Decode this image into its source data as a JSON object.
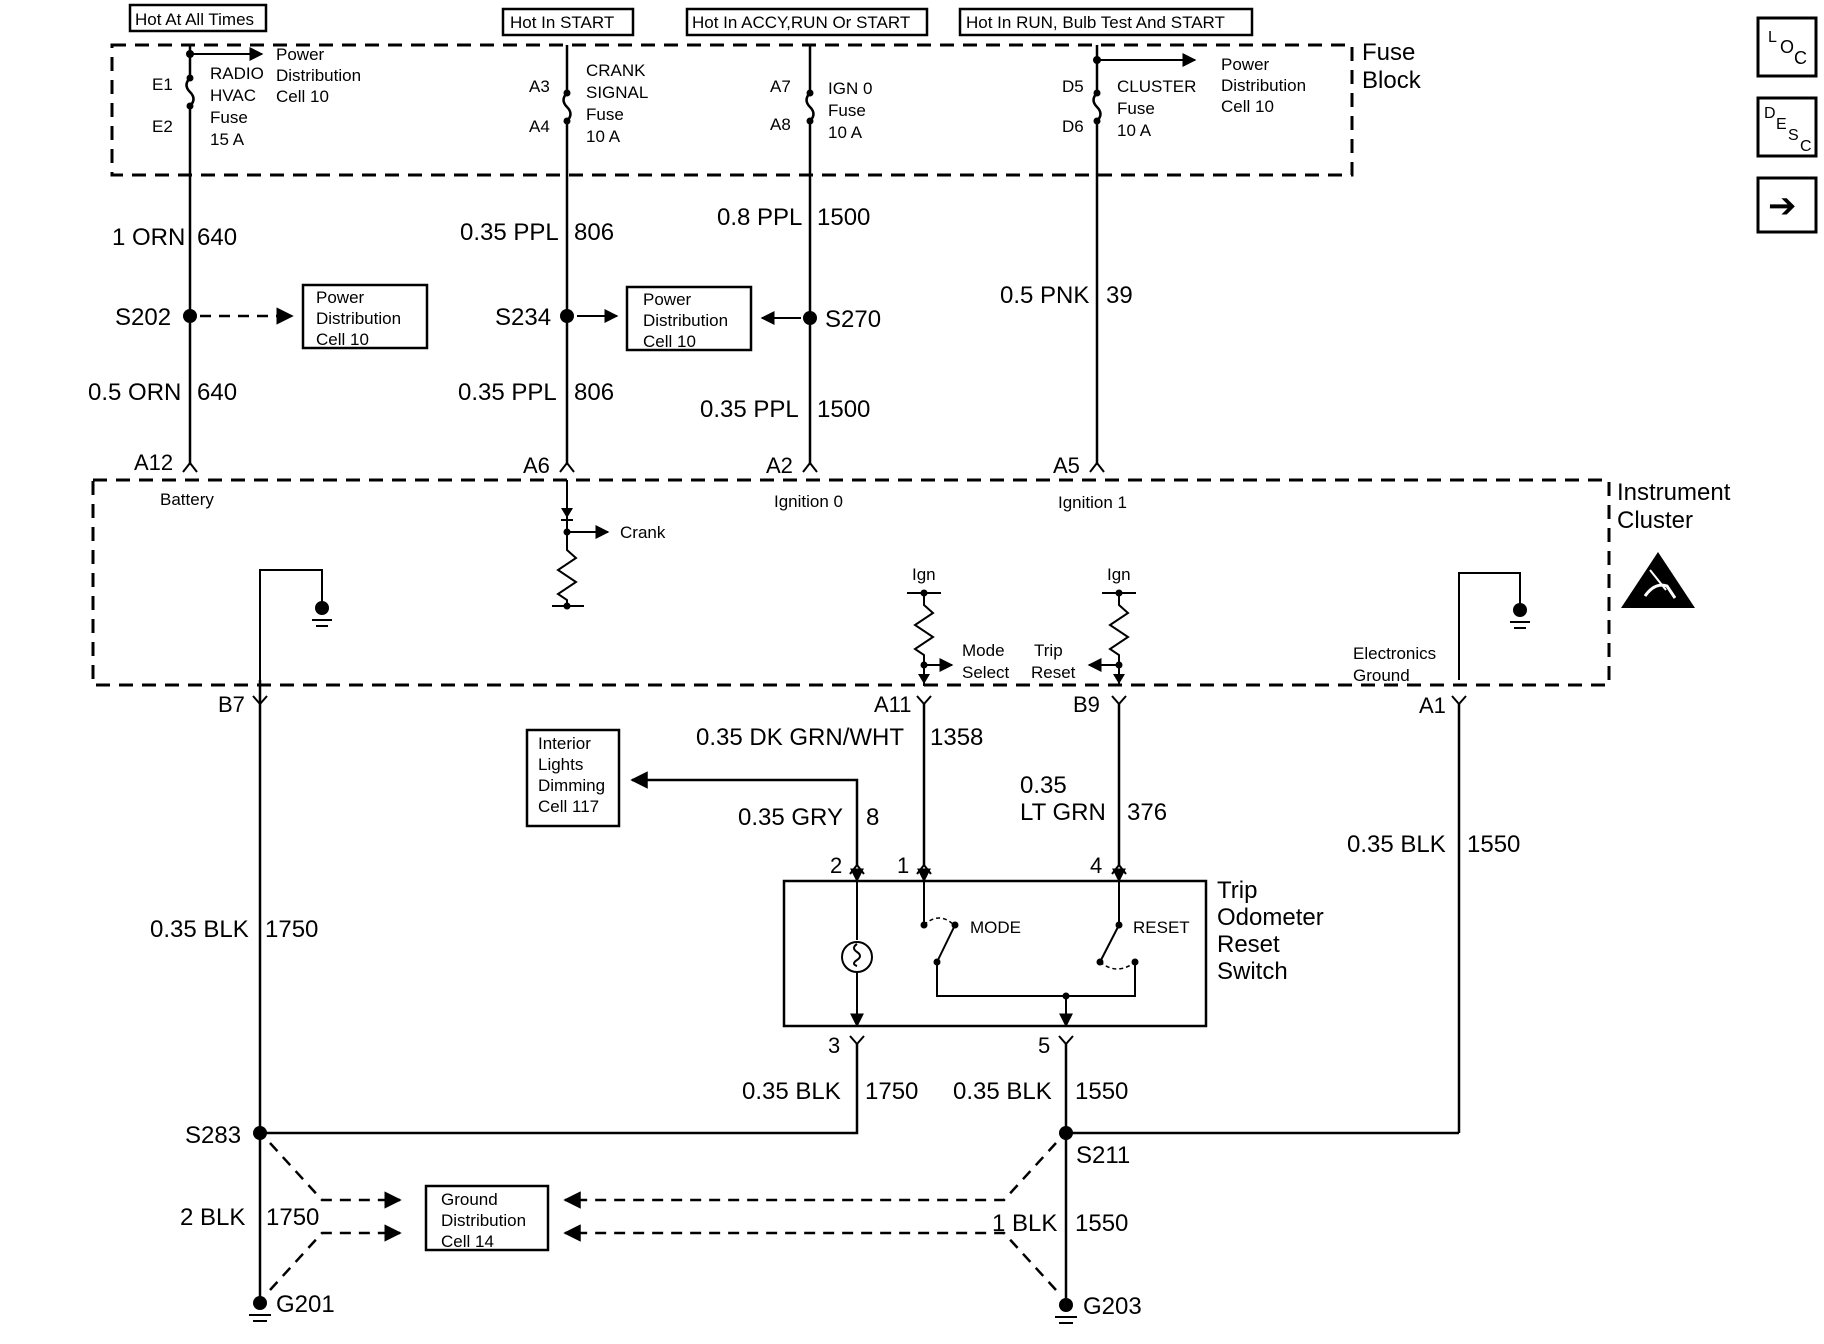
{
  "power_labels": {
    "hot_at_all_times": "Hot At All Times",
    "hot_in_start": "Hot In START",
    "hot_in_accy": "Hot In ACCY,RUN Or START",
    "hot_in_run": "Hot In RUN, Bulb Test And START"
  },
  "fuse_block": {
    "title_1": "Fuse",
    "title_2": "Block",
    "fuses": [
      {
        "pin_top": "E1",
        "pin_bottom": "E2",
        "lines": [
          "RADIO",
          "HVAC",
          "Fuse",
          "15 A"
        ],
        "power_dist": [
          "Power",
          "Distribution",
          "Cell 10"
        ]
      },
      {
        "pin_top": "A3",
        "pin_bottom": "A4",
        "lines": [
          "CRANK",
          "SIGNAL",
          "Fuse",
          "10 A"
        ]
      },
      {
        "pin_top": "A7",
        "pin_bottom": "A8",
        "lines": [
          "IGN 0",
          "Fuse",
          "10 A"
        ]
      },
      {
        "pin_top": "D5",
        "pin_bottom": "D6",
        "lines": [
          "CLUSTER",
          "Fuse",
          "10 A"
        ],
        "power_dist": [
          "Power",
          "Distribution",
          "Cell 10"
        ]
      }
    ]
  },
  "wires": {
    "w640a": {
      "gauge": "1 ORN",
      "circuit": "640"
    },
    "w640b": {
      "gauge": "0.5 ORN",
      "circuit": "640"
    },
    "w806a": {
      "gauge": "0.35 PPL",
      "circuit": "806"
    },
    "w806b": {
      "gauge": "0.35 PPL",
      "circuit": "806"
    },
    "w1500a": {
      "gauge": "0.8 PPL",
      "circuit": "1500"
    },
    "w1500b": {
      "gauge": "0.35 PPL",
      "circuit": "1500"
    },
    "w39": {
      "gauge": "0.5 PNK",
      "circuit": "39"
    },
    "w1358": {
      "gauge": "0.35 DK GRN/WHT",
      "circuit": "1358"
    },
    "w8": {
      "gauge": "0.35 GRY",
      "circuit": "8"
    },
    "w376": {
      "gauge_1": "0.35",
      "gauge_2": "LT GRN",
      "circuit": "376"
    },
    "w1550a": {
      "gauge": "0.35 BLK",
      "circuit": "1550"
    },
    "w1750a": {
      "gauge": "0.35 BLK",
      "circuit": "1750"
    },
    "w1750b": {
      "gauge": "0.35 BLK",
      "circuit": "1750"
    },
    "w1550b": {
      "gauge": "0.35 BLK",
      "circuit": "1550"
    },
    "w1750c": {
      "gauge": "2 BLK",
      "circuit": "1750"
    },
    "w1550c": {
      "gauge": "1 BLK",
      "circuit": "1550"
    }
  },
  "splices": {
    "s202": "S202",
    "s234": "S234",
    "s270": "S270",
    "s283": "S283",
    "s211": "S211"
  },
  "grounds": {
    "g201": "G201",
    "g203": "G203"
  },
  "power_dist_box": [
    "Power",
    "Distribution",
    "Cell 10"
  ],
  "interior_lights_box": [
    "Interior",
    "Lights",
    "Dimming",
    "Cell 117"
  ],
  "ground_dist_box": [
    "Ground",
    "Distribution",
    "Cell 14"
  ],
  "cluster": {
    "title_1": "Instrument",
    "title_2": "Cluster",
    "pins_top": [
      "A12",
      "A6",
      "A2",
      "A5"
    ],
    "labels": {
      "battery": "Battery",
      "ignition0": "Ignition 0",
      "ignition1": "Ignition 1",
      "crank": "Crank",
      "ign": "Ign",
      "mode_select_1": "Mode",
      "mode_select_2": "Select",
      "trip_reset_1": "Trip",
      "trip_reset_2": "Reset",
      "electronics_ground_1": "Electronics",
      "electronics_ground_2": "Ground"
    },
    "pins_bottom": [
      "B7",
      "A11",
      "B9",
      "A1"
    ]
  },
  "switch": {
    "title": [
      "Trip",
      "Odometer",
      "Reset",
      "Switch"
    ],
    "mode": "MODE",
    "reset": "RESET",
    "pins": [
      "2",
      "1",
      "4",
      "3",
      "5"
    ]
  },
  "nav": {
    "loc": [
      "L",
      "O",
      "C"
    ],
    "desc": [
      "D",
      "E",
      "S",
      "C"
    ],
    "next_arrow": "➔"
  }
}
